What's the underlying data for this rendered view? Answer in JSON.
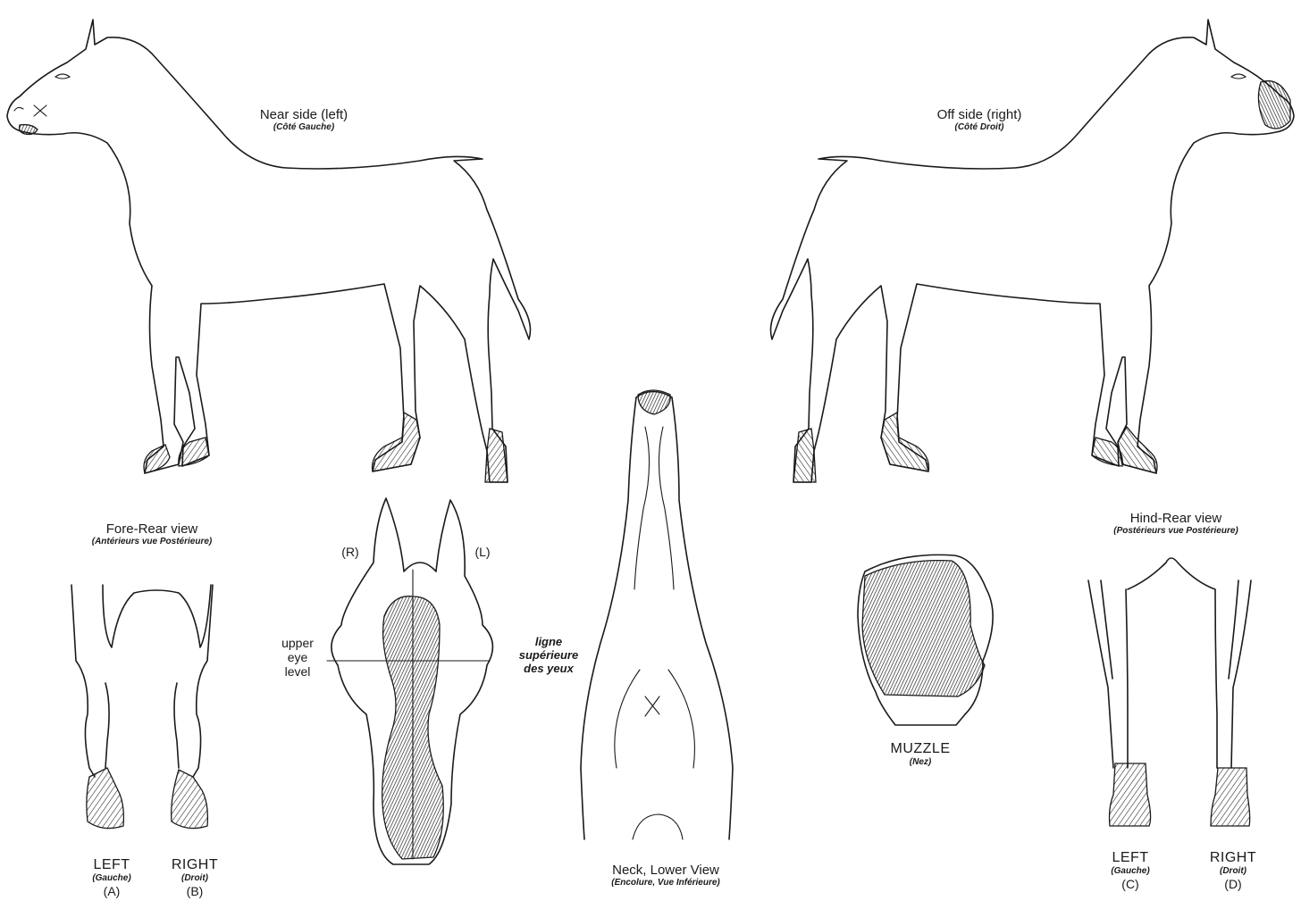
{
  "near_side": {
    "title": "Near side (left)",
    "subtitle": "(Côté Gauche)"
  },
  "off_side": {
    "title": "Off side (right)",
    "subtitle": "(Côté Droit)"
  },
  "fore_rear": {
    "title": "Fore-Rear view",
    "subtitle": "(Antérieurs vue Postérieure)",
    "left": {
      "label": "LEFT",
      "sub": "(Gauche)",
      "code": "(A)"
    },
    "right": {
      "label": "RIGHT",
      "sub": "(Droit)",
      "code": "(B)"
    }
  },
  "head": {
    "right_mark": "(R)",
    "left_mark": "(L)",
    "upper_eye_level": "upper\neye\nlevel",
    "ligne_superieure": "ligne\nsupérieure\ndes yeux"
  },
  "neck": {
    "title": "Neck, Lower View",
    "subtitle": "(Encolure, Vue Inférieure)"
  },
  "muzzle": {
    "title": "MUZZLE",
    "subtitle": "(Nez)"
  },
  "hind_rear": {
    "title": "Hind-Rear view",
    "subtitle": "(Postérieurs vue Postérieure)",
    "left": {
      "label": "LEFT",
      "sub": "(Gauche)",
      "code": "(C)"
    },
    "right": {
      "label": "RIGHT",
      "sub": "(Droit)",
      "code": "(D)"
    }
  },
  "colors": {
    "ink": "#1a1a1a",
    "paper": "#ffffff"
  }
}
